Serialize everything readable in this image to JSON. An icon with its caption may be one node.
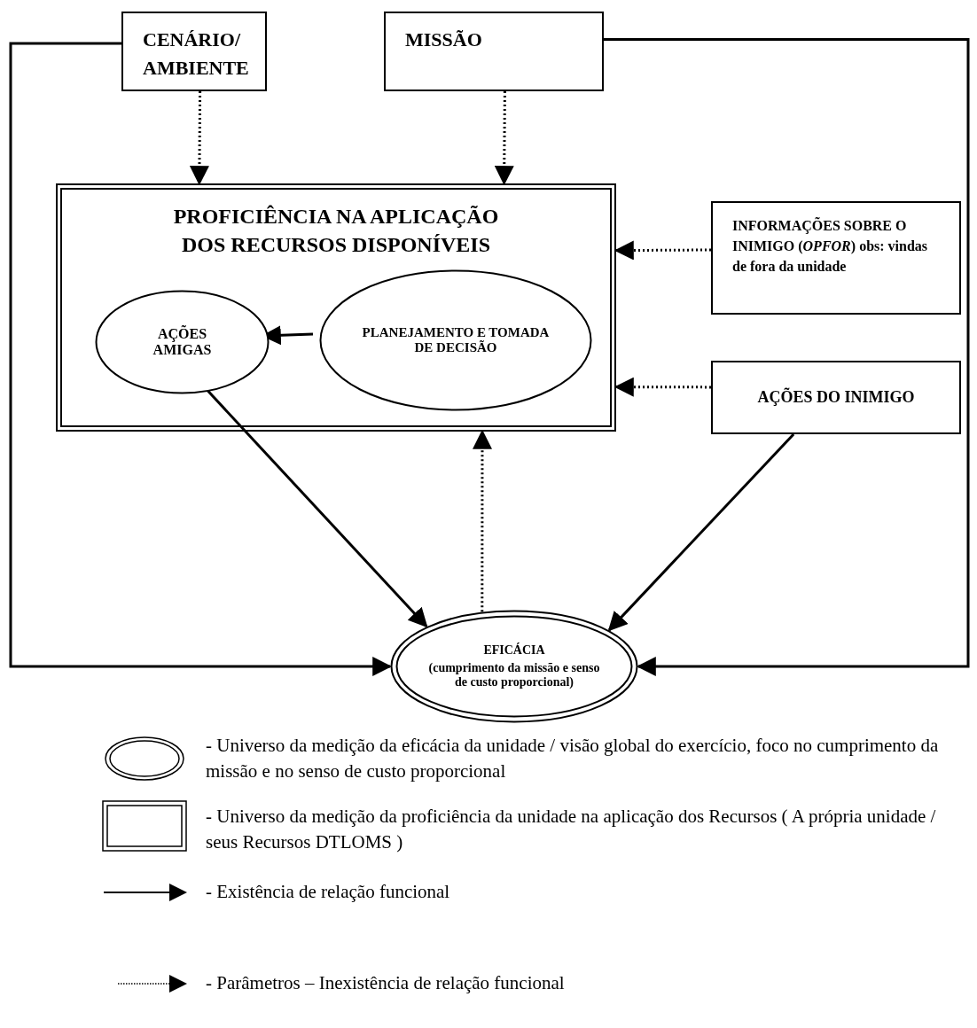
{
  "diagram": {
    "nodes": [
      {
        "text": [
          "CENÁRIO/ AMBIENTE"
        ]
      },
      {
        "text": [
          "MISSÃO"
        ]
      },
      {
        "text": [
          "PROFICIÊNCIA NA APLICAÇÃO DOS RECURSOS DISPONÍVEIS"
        ]
      },
      {
        "text": [
          "AÇÕES AMIGAS"
        ],
        "in": 2
      },
      {
        "text": [
          "PLANEJAMENTO E TOMADA DE DECISÃO"
        ],
        "in": 2
      },
      {
        "text": [
          "INFORMAÇÕES SOBRE O INIMIGO (*OPFOR*) obs: vindas de fora da unidade"
        ]
      },
      {
        "text": [
          "AÇÕES DO INIMIGO"
        ]
      },
      {
        "text": [
          "EFICÁCIA",
          "(cumprimento da missão e senso de custo proporcional)"
        ]
      }
    ],
    "edges": [
      {
        "from": 0,
        "to": 2,
        "arrow": "to",
        "style": "dashed"
      },
      {
        "from": 1,
        "to": 2,
        "arrow": "to",
        "style": "dashed"
      },
      {
        "from": 5,
        "to": 2,
        "arrow": "to",
        "style": "dashed"
      },
      {
        "from": 4,
        "to": 3,
        "arrow": "to"
      },
      {
        "from": 6,
        "to": 2,
        "arrow": "to",
        "style": "dashed"
      },
      {
        "from": 3,
        "to": 7,
        "arrow": "to"
      },
      {
        "from": 7,
        "to": 2,
        "arrow": "to",
        "style": "dashed"
      },
      {
        "from": 6,
        "to": 7,
        "arrow": "to"
      },
      {
        "from": 0,
        "to": 7,
        "arrow": "to"
      },
      {
        "from": 1,
        "to": 7,
        "arrow": "to"
      }
    ],
    "legend": [
      {
        "text": "- Universo da medição da eficácia da unidade / visão global do exercício, foco no cumprimento da missão e no senso de custo proporcional"
      },
      {
        "text": "- Universo da medição da proficiência da unidade na aplicação dos Recursos ( A própria unidade / seus Recursos DTLOMS )"
      },
      {
        "text": "- Existência de relação funcional"
      },
      {
        "text": "- Parâmetros – Inexistência de relação funcional"
      }
    ]
  }
}
